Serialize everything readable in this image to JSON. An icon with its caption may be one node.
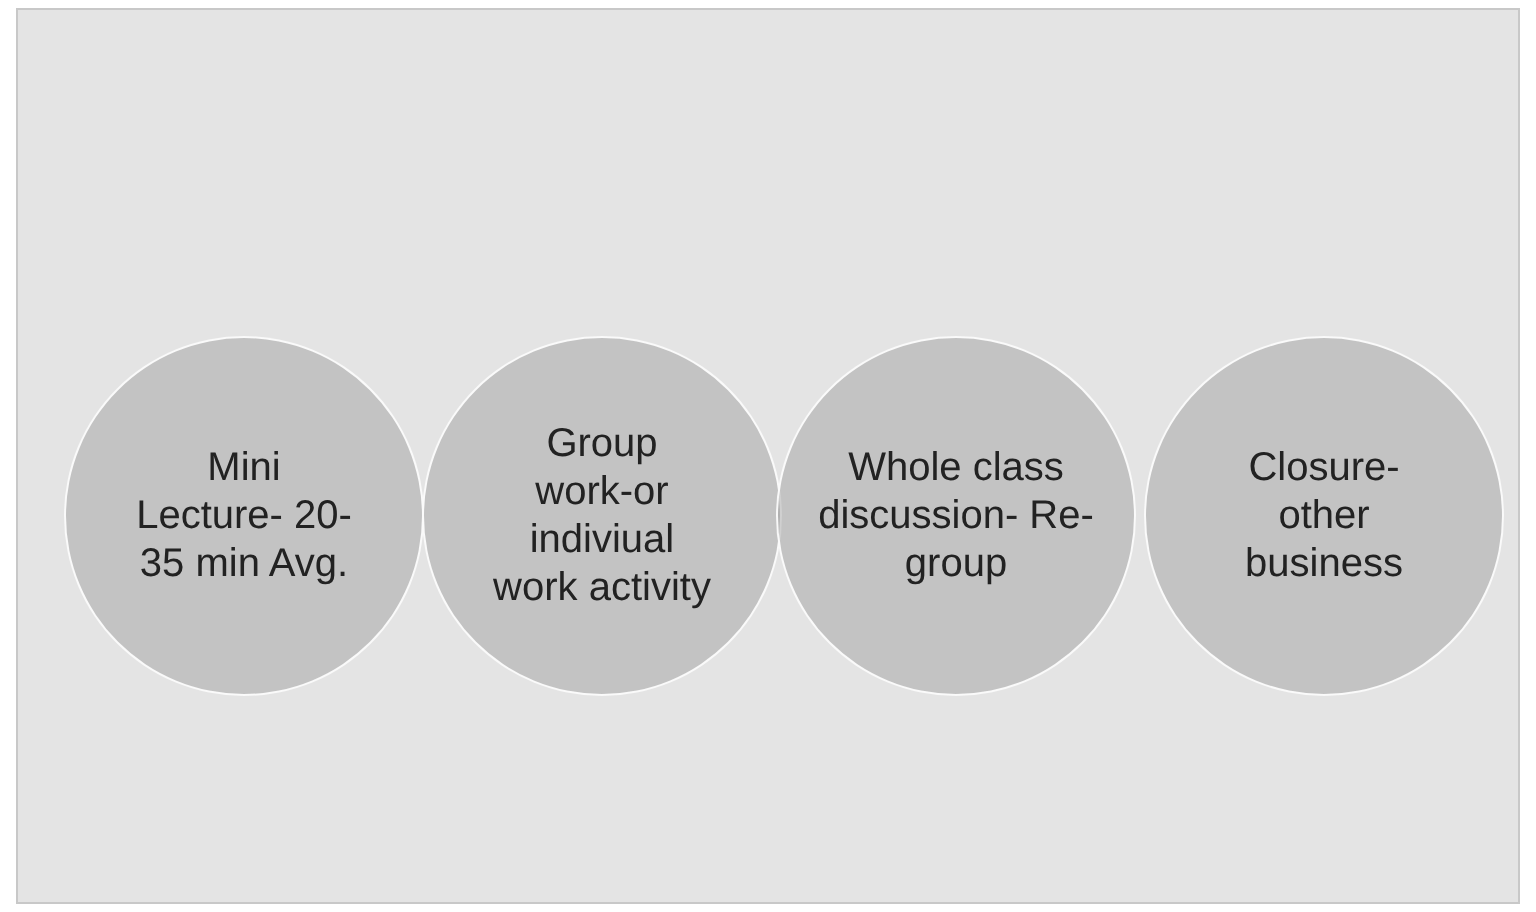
{
  "diagram": {
    "nodes": [
      {
        "text": [
          "Mini Lecture- 20-35 min Avg."
        ]
      },
      {
        "text": [
          "Group work-or indiviual work activity"
        ]
      },
      {
        "text": [
          "Whole class discussion- Re-group"
        ]
      },
      {
        "text": [
          "Closure- other business"
        ]
      }
    ]
  }
}
